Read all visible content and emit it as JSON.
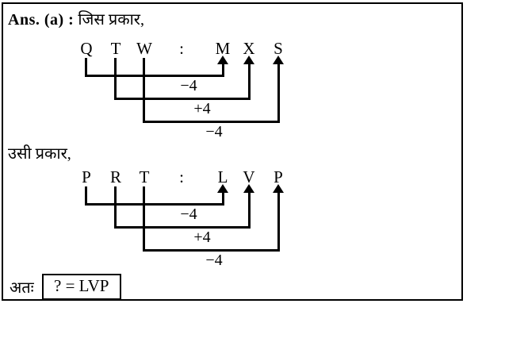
{
  "header": {
    "answer_label": "Ans. (a) :",
    "intro_text": "जिस प्रकार,"
  },
  "similarly_text": "उसी प्रकार,",
  "conclusion": {
    "label": "अतः",
    "result": "? = LVP"
  },
  "colors": {
    "ink": "#000000",
    "background": "#ffffff"
  },
  "diagrams": [
    {
      "name": "example-pair",
      "symbols": [
        "Q",
        "T",
        "W",
        ":",
        "M",
        "X",
        "S"
      ],
      "operations": [
        "−4",
        "+4",
        "−4"
      ]
    },
    {
      "name": "question-pair",
      "symbols": [
        "P",
        "R",
        "T",
        ":",
        "L",
        "V",
        "P"
      ],
      "operations": [
        "−4",
        "+4",
        "−4"
      ]
    }
  ]
}
